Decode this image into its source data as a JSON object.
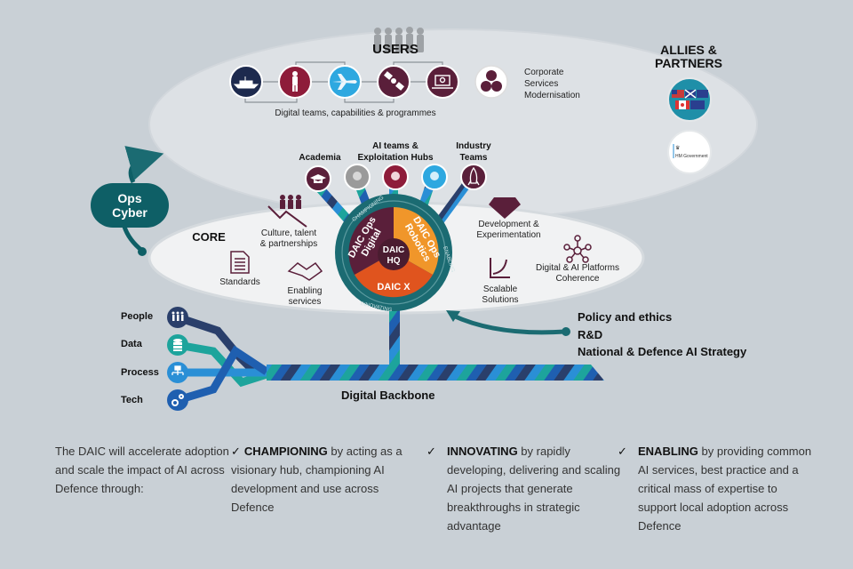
{
  "users": {
    "title": "USERS",
    "caption": "Digital teams, capabilities & programmes",
    "icons": [
      {
        "name": "navy-ship-icon",
        "color": "#1d2a4e"
      },
      {
        "name": "army-soldier-icon",
        "color": "#8e1c3a"
      },
      {
        "name": "air-jet-icon",
        "color": "#2ea8e0"
      },
      {
        "name": "space-satellite-icon",
        "color": "#5a1f3a"
      },
      {
        "name": "cyber-laptop-icon",
        "color": "#5a1f3a"
      }
    ],
    "corporate": {
      "label_lines": [
        "Corporate",
        "Services",
        "Modernisation"
      ],
      "color": "#5a1f3a"
    }
  },
  "allies": {
    "title_lines": [
      "ALLIES &",
      "PARTNERS"
    ],
    "flags_badge_color": "#1f8fa8",
    "hmg_label": "HM Government"
  },
  "ops_cyber": {
    "label_lines": [
      "Ops",
      "Cyber"
    ],
    "color": "#0e5f66"
  },
  "spokes": [
    {
      "label": "Academia",
      "icon": "graduation-cap-icon",
      "color": "#5a1f3a"
    },
    {
      "label": "",
      "icon": "brain-icon",
      "color": "#9a9a9a"
    },
    {
      "label_lines": [
        "AI teams &",
        "Exploitation Hubs"
      ],
      "icon": "brain-icon",
      "color": "#8e1c3a"
    },
    {
      "label": "",
      "icon": "brain-icon",
      "color": "#2ea8e0"
    },
    {
      "label_lines": [
        "Industry",
        "Teams"
      ],
      "icon": "rocket-icon",
      "color": "#5a1f3a"
    }
  ],
  "core": {
    "title": "CORE",
    "items": [
      {
        "label_lines": [
          "Culture, talent",
          "& partnerships"
        ],
        "icon": "people-growth-icon"
      },
      {
        "label_lines": [
          "Standards"
        ],
        "icon": "document-icon"
      },
      {
        "label_lines": [
          "Enabling",
          "services"
        ],
        "icon": "handshake-icon"
      },
      {
        "label_lines": [
          "Development &",
          "Experimentation"
        ],
        "icon": "gem-icon"
      },
      {
        "label_lines": [
          "Scalable",
          "Solutions"
        ],
        "icon": "growth-chart-icon"
      },
      {
        "label_lines": [
          "Digital & AI Platforms",
          "Coherence"
        ],
        "icon": "network-hub-icon"
      }
    ],
    "icon_color": "#5a1f3a"
  },
  "hub": {
    "ring_labels": [
      "CHAMPIONING",
      "ENABLING",
      "INNOVATING"
    ],
    "segments": [
      {
        "label_lines": [
          "DAIC Ops",
          "Digital"
        ],
        "color": "#5a1f3a"
      },
      {
        "label_lines": [
          "DAIC Ops",
          "Robotics"
        ],
        "color": "#f0962a"
      },
      {
        "label_lines": [
          "DAIC X"
        ],
        "color": "#e0541e"
      }
    ],
    "center_lines": [
      "DAIC",
      "HQ"
    ],
    "ring_color": "#1b6b72"
  },
  "policy": {
    "lines": [
      "Policy and ethics",
      "R&D",
      "National & Defence AI Strategy"
    ],
    "arrow_color": "#1b6b72"
  },
  "backbone": {
    "label": "Digital Backbone",
    "stripe_colors": [
      "#2a3f6b",
      "#2a8fd6",
      "#1da49c",
      "#1f5fb0"
    ]
  },
  "inputs": [
    {
      "label": "People",
      "icon": "people-icon",
      "color": "#2a3f6b"
    },
    {
      "label": "Data",
      "icon": "database-icon",
      "color": "#1da49c"
    },
    {
      "label": "Process",
      "icon": "org-chart-icon",
      "color": "#2a8fd6"
    },
    {
      "label": "Tech",
      "icon": "gears-icon",
      "color": "#1f5fb0"
    }
  ],
  "summary": {
    "intro": "The DAIC will accelerate adoption and scale the impact of AI across Defence through:",
    "pillars": [
      {
        "keyword": "CHAMPIONING",
        "text": " by acting as a visionary hub, championing AI development and use across Defence"
      },
      {
        "keyword": "INNOVATING",
        "text": " by rapidly developing, delivering and scaling AI projects that generate breakthroughs in strategic advantage"
      },
      {
        "keyword": "ENABLING",
        "text": " by providing common AI services, best practice and a critical mass of expertise to support local adoption across Defence"
      }
    ],
    "check_glyph": "✓"
  }
}
